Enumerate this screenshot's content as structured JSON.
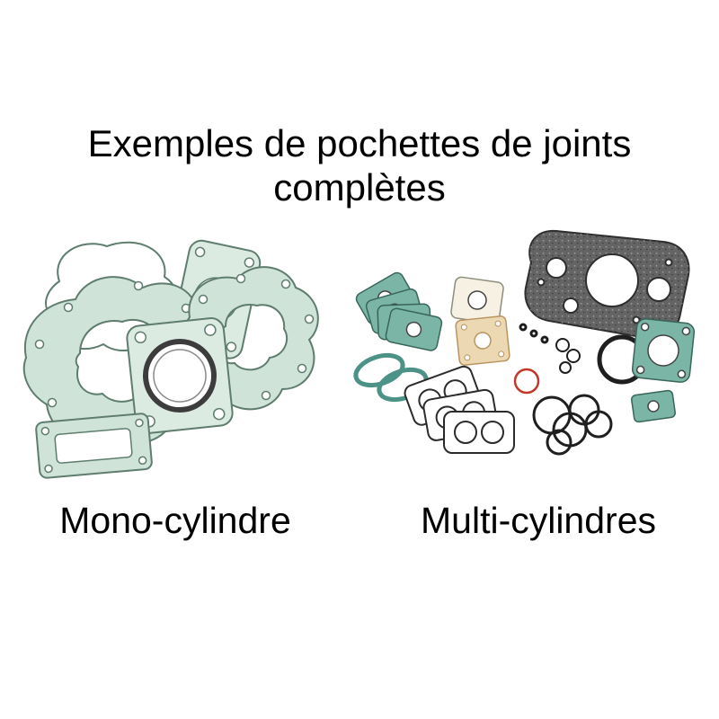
{
  "title": {
    "line1": "Exemples de pochettes de joints",
    "line2": "complètes"
  },
  "captions": {
    "left": "Mono-cylindre",
    "right": "Multi-cylindres"
  },
  "illustrations": {
    "left_alt": "Complete gasket kit for a single-cylinder engine (green gaskets)",
    "right_alt": "Complete gasket kit for a multi-cylinder engine (assorted gaskets and O-rings)"
  },
  "colors": {
    "background": "#ffffff",
    "text": "#000000",
    "gasket_green": "#cfe3d8",
    "gasket_green_stroke": "#5f7d6e",
    "gasket_teal": "#7ab5a5",
    "gasket_beige": "#ecd9b4",
    "gasket_dark": "#646464",
    "oring_black": "#1f1f1f",
    "oring_red": "#c0392b"
  }
}
